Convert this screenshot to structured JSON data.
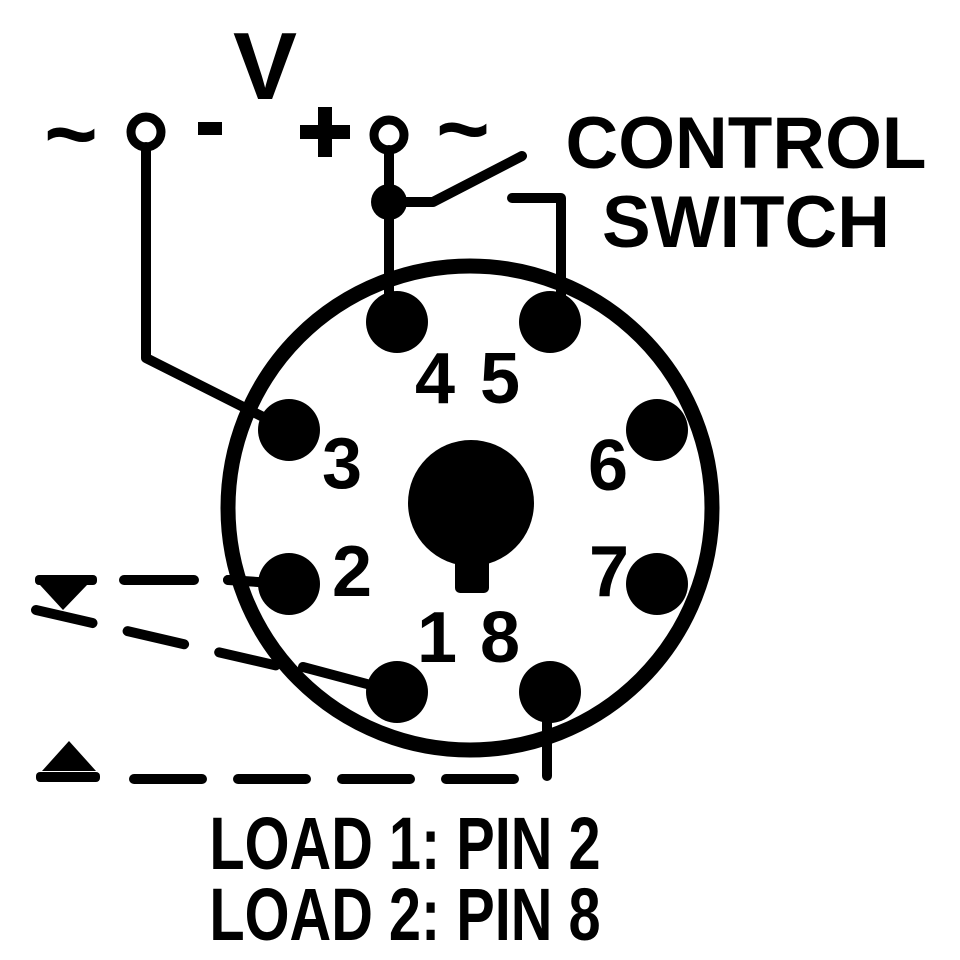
{
  "diagram": {
    "type": "relay-socket-wiring-diagram",
    "colors": {
      "ink": "#000000",
      "background": "#ffffff"
    },
    "power": {
      "voltage_label": "V",
      "polarity_minus": "-",
      "polarity_plus": "+",
      "ac_symbol_left": "~",
      "ac_symbol_right": "~"
    },
    "control_switch": {
      "line1": "CONTROL",
      "line2": "SWITCH"
    },
    "socket": {
      "pin_labels": [
        "1",
        "2",
        "3",
        "4",
        "5",
        "6",
        "7",
        "8"
      ]
    },
    "legend": {
      "load1": "LOAD 1: PIN 2",
      "load2": "LOAD 2: PIN 8"
    }
  }
}
